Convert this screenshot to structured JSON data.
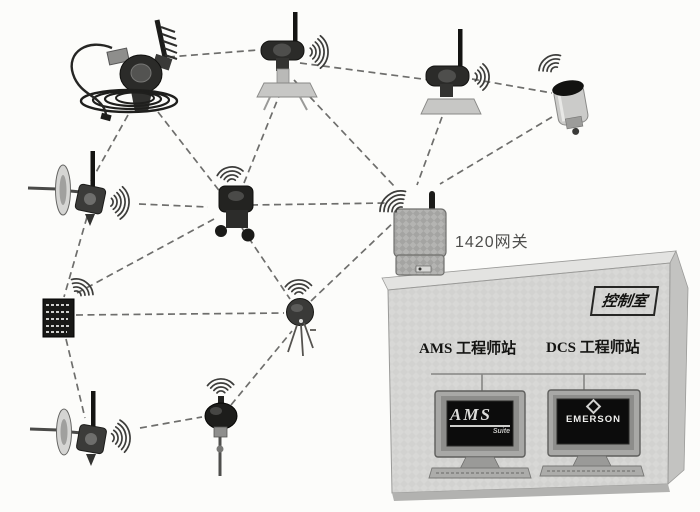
{
  "labels": {
    "gateway": "1420网关"
  },
  "control_room": {
    "badge": "控制室",
    "stations": [
      {
        "label": "AMS 工程师站"
      },
      {
        "label": "DCS 工程师站"
      }
    ],
    "monitors": [
      {
        "brand": "AMS",
        "sub": "Suite"
      },
      {
        "brand": "EMERSON"
      }
    ]
  },
  "colors": {
    "background": "#fcfcfa",
    "dashed_link": "#6e6e6c",
    "device_dark": "#2b2b29",
    "panel_gray": "#d7d7d5",
    "screen_black": "#0c0c0c",
    "text_dark": "#141412"
  },
  "icons": [
    "wifi-waves-icon",
    "pressure-transmitter-with-coil-icon",
    "stand-mounted-transmitter-icon",
    "tilted-cylinder-sensor-icon",
    "flange-mounted-transmitter-icon",
    "valve-positioner-icon",
    "terminal-block-device-icon",
    "tripod-node-icon",
    "temperature-probe-icon",
    "gateway-1420-icon",
    "emerson-diamond-icon",
    "desktop-monitor-icon"
  ]
}
